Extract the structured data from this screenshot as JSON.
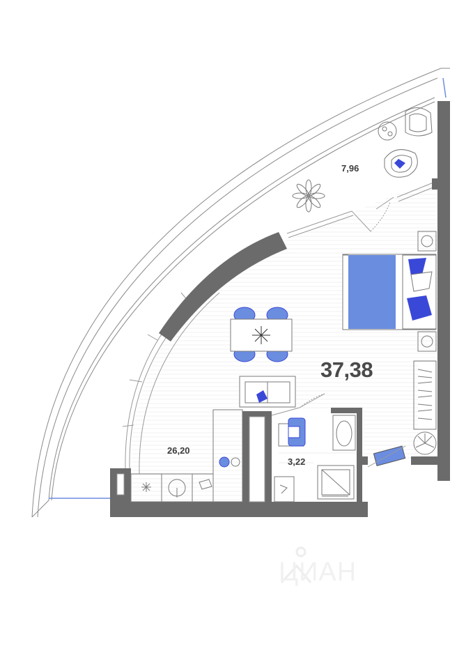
{
  "plan": {
    "total_area": "37,38",
    "balcony_area": "7,96",
    "living_area": "26,20",
    "bathroom_area": "3,22"
  },
  "watermark": {
    "text": "ЦИАН"
  },
  "colors": {
    "wall": "#6b6b6b",
    "accent_blue": "#6b8de0",
    "accent_dark_blue": "#3a48d8",
    "line": "#9a9a9a",
    "floor_line": "#efefef"
  },
  "icons": [
    "armchair-icon",
    "plant-icon",
    "bed-icon",
    "dining-table-icon",
    "sofa-icon",
    "toilet-icon",
    "sink-icon",
    "shower-icon",
    "fan-icon"
  ]
}
